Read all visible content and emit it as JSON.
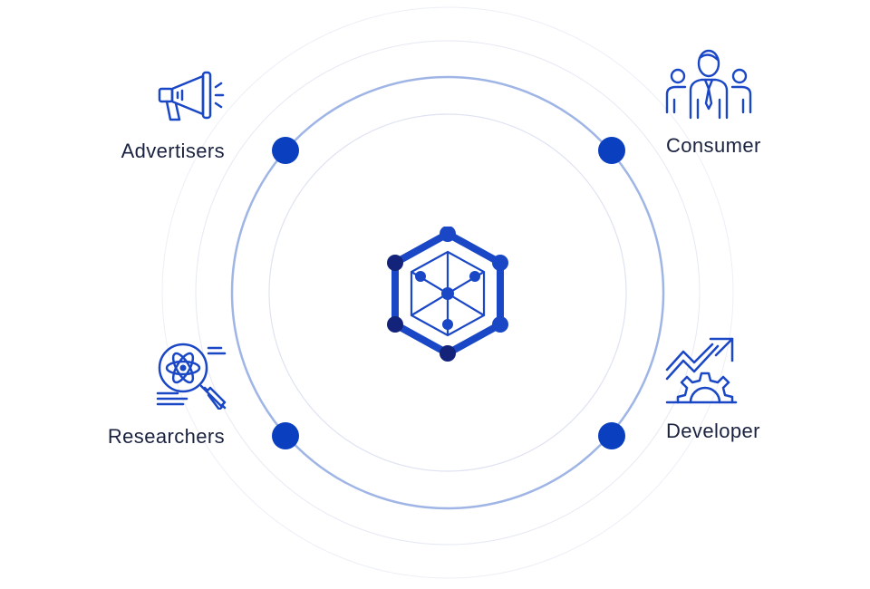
{
  "colors": {
    "accent": "#1a47c6",
    "dark_accent": "#13237a",
    "dot": "#0a3fc0",
    "ring_main": "#9fb5e6",
    "ring_faint": "#e6e9f3",
    "label_text": "#1a2240"
  },
  "nodes": {
    "advertisers": {
      "label": "Advertisers",
      "icon": "megaphone-icon"
    },
    "consumer": {
      "label": "Consumer",
      "icon": "people-group-icon"
    },
    "researchers": {
      "label": "Researchers",
      "icon": "atom-magnifier-icon"
    },
    "developer": {
      "label": "Developer",
      "icon": "growth-gear-icon"
    }
  },
  "center": {
    "icon": "hexagon-network-icon"
  }
}
